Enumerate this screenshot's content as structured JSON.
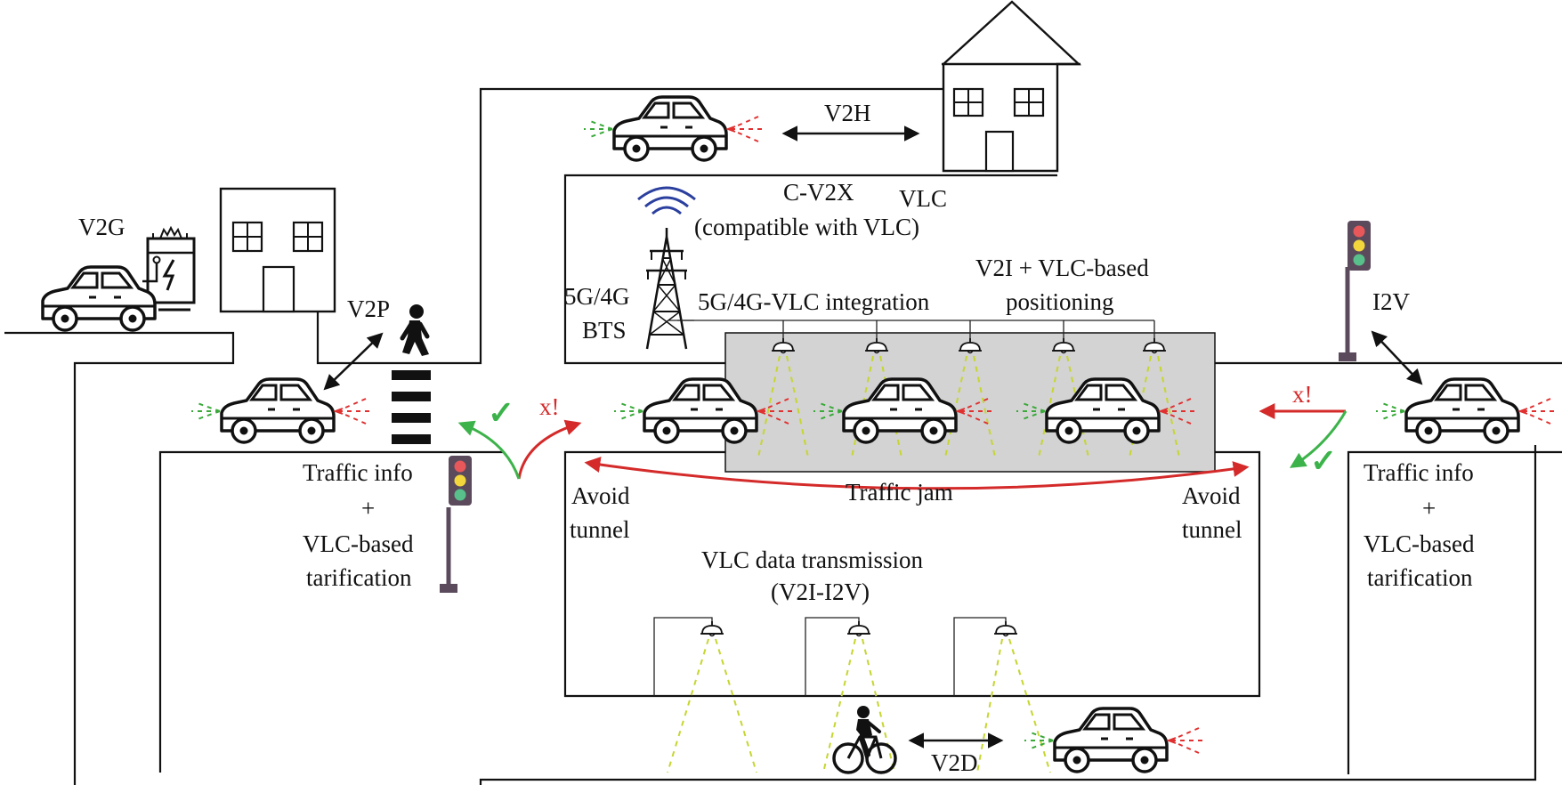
{
  "labels": {
    "v2g": "V2G",
    "v2h": "V2H",
    "v2p": "V2P",
    "i2v": "I2V",
    "v2d": "V2D",
    "c_v2x": "C-V2X",
    "compatible": "(compatible with VLC)",
    "vlc": "VLC",
    "bts_line1": "5G/4G",
    "bts_line2": "BTS",
    "integration": "5G/4G-VLC integration",
    "v2i_line1": "V2I + VLC-based",
    "v2i_line2": "positioning",
    "traffic_jam": "Traffic jam",
    "avoid": "Avoid",
    "tunnel": "tunnel",
    "x_warning": "x!",
    "check_mark": "✓",
    "traffic_info": "Traffic info",
    "plus": "+",
    "vlc_based": "VLC-based",
    "tarification": "tarification",
    "vlc_tx_line1": "VLC data transmission",
    "vlc_tx_line2": "(V2I-I2V)"
  },
  "colors": {
    "light_beam": "#c6d630",
    "tx_led": "#3aa93a",
    "rx_signal": "#e03030",
    "warning_arrow": "#d42a2a",
    "ok_arrow": "#3cb34a",
    "tunnel_fill": "#d3d3d3",
    "signal_wave": "#2b3f9e",
    "traffic_red": "#e8585a",
    "traffic_yellow": "#f2d63c",
    "traffic_green": "#58c08a",
    "pole": "#5b4a5c"
  },
  "icons": [
    "car-icon",
    "house-icon",
    "building-icon",
    "charging-station-icon",
    "pedestrian-icon",
    "zebra-crossing-icon",
    "traffic-light-icon",
    "cell-tower-icon",
    "street-lamp-icon",
    "cyclist-icon",
    "check-mark-icon",
    "warning-arrow-icon"
  ]
}
